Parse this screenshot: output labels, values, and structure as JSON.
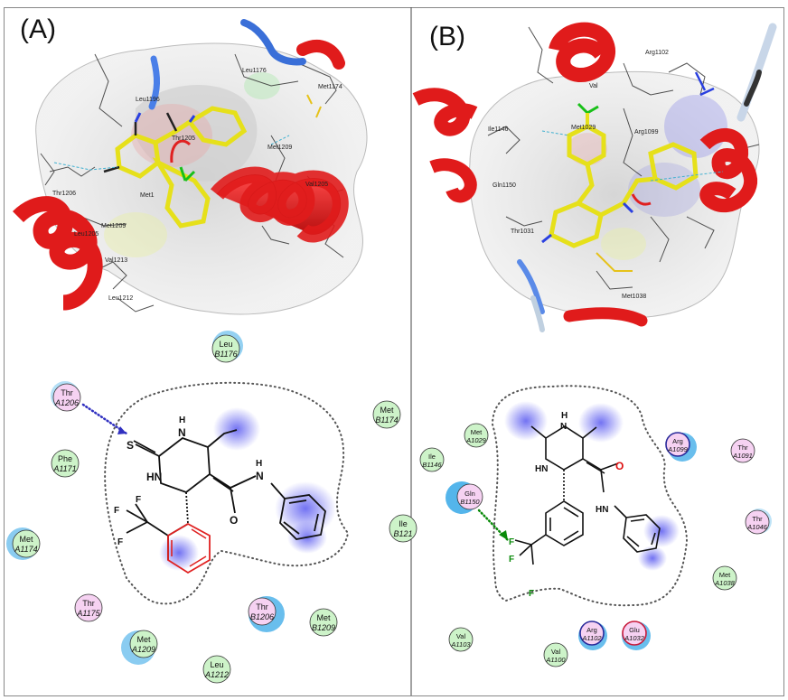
{
  "panels": [
    {
      "label": "(A)",
      "labels3d": [
        "Leu1176",
        "Met1174",
        "Leu1196",
        "Thr1205",
        "Met1209",
        "Thr1206",
        "Val1205",
        "Met1",
        "Met1209",
        "Leu1205",
        "Val1213",
        "Leu1212"
      ],
      "molecule": {
        "S": "S",
        "NH_top": "H",
        "N_top": "N",
        "NH_left": "HN",
        "NH_amide": "N",
        "H_amide": "H",
        "O": "O",
        "F1": "F",
        "F2": "F",
        "F3": "F"
      },
      "residues": [
        {
          "name": "Leu",
          "num": "B1176",
          "color": "green"
        },
        {
          "name": "Thr",
          "num": "A1206",
          "color": "pink"
        },
        {
          "name": "Met",
          "num": "B1174",
          "color": "green"
        },
        {
          "name": "Phe",
          "num": "A1171",
          "color": "green"
        },
        {
          "name": "Met",
          "num": "A1174",
          "color": "green"
        },
        {
          "name": "Ile",
          "num": "B121",
          "color": "green"
        },
        {
          "name": "Thr",
          "num": "A1175",
          "color": "pink"
        },
        {
          "name": "Thr",
          "num": "B1206",
          "color": "pink"
        },
        {
          "name": "Met",
          "num": "B1209",
          "color": "green"
        },
        {
          "name": "Met",
          "num": "A1209",
          "color": "green"
        },
        {
          "name": "Leu",
          "num": "A1212",
          "color": "green"
        }
      ]
    },
    {
      "label": "(B)",
      "labels3d": [
        "Arg1102",
        "Ile1146",
        "Met1029",
        "Arg1099",
        "Gln1150",
        "Thr1031",
        "Val",
        "Met1038"
      ],
      "molecule": {
        "NH_top": "H",
        "N_top": "N",
        "NH_left": "HN",
        "amide": "HN",
        "O": "O",
        "F1": "F",
        "F2": "F",
        "F3": "F"
      },
      "residues": [
        {
          "name": "Met",
          "num": "A1029",
          "color": "green"
        },
        {
          "name": "Arg",
          "num": "A1099",
          "color": "pink"
        },
        {
          "name": "Thr",
          "num": "A1091",
          "color": "pink"
        },
        {
          "name": "Ile",
          "num": "B1146",
          "color": "green"
        },
        {
          "name": "Gln",
          "num": "B1150",
          "color": "pink"
        },
        {
          "name": "Thr",
          "num": "A1046",
          "color": "pink"
        },
        {
          "name": "Met",
          "num": "A1038",
          "color": "green"
        },
        {
          "name": "Val",
          "num": "A1103",
          "color": "green"
        },
        {
          "name": "Val",
          "num": "A1100",
          "color": "green"
        },
        {
          "name": "Arg",
          "num": "A1102",
          "color": "pink"
        },
        {
          "name": "Glu",
          "num": "A1032",
          "color": "pink"
        }
      ]
    }
  ],
  "colors": {
    "helix": "#e01b1b",
    "ligand": "#e6e01a",
    "pink": "#f6d2f2",
    "green": "#cdf3c9",
    "halo": "#29a3e6",
    "hbond": "#3030c0",
    "fbond": "#0a8a0a"
  }
}
